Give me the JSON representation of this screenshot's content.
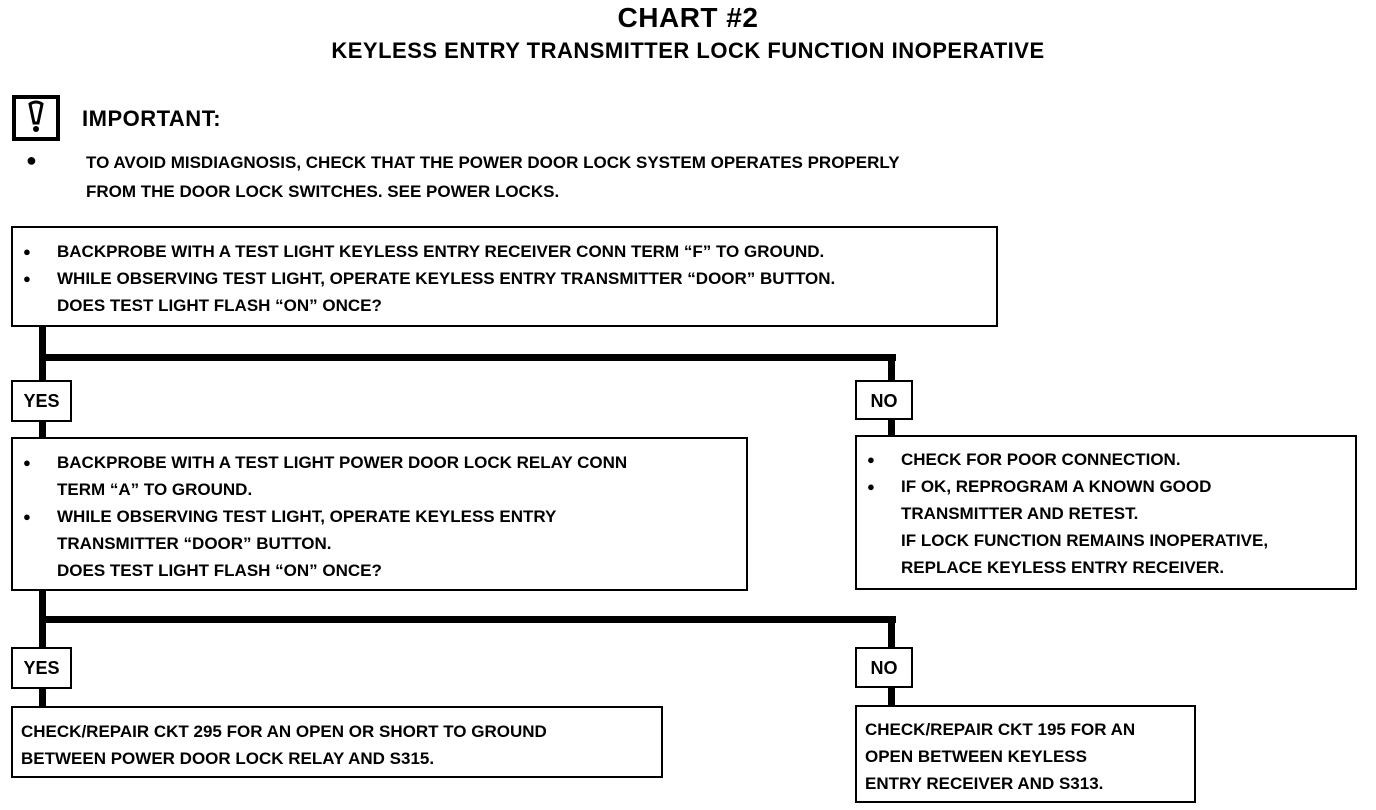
{
  "header": {
    "title": "CHART #2",
    "subtitle": "KEYLESS ENTRY TRANSMITTER LOCK FUNCTION INOPERATIVE"
  },
  "important": {
    "label": "IMPORTANT:",
    "icon": "caution-icon",
    "note_line1": "TO AVOID MISDIAGNOSIS, CHECK THAT THE POWER DOOR LOCK SYSTEM OPERATES PROPERLY",
    "note_line2": "FROM THE DOOR LOCK SWITCHES.  SEE POWER LOCKS."
  },
  "step1": {
    "bullet1": "BACKPROBE WITH A TEST LIGHT KEYLESS ENTRY RECEIVER CONN TERM “F” TO GROUND.",
    "bullet2": "WHILE OBSERVING TEST LIGHT, OPERATE KEYLESS ENTRY TRANSMITTER “DOOR” BUTTON.",
    "question": "DOES TEST LIGHT FLASH “ON” ONCE?"
  },
  "branch1": {
    "yes": "YES",
    "no": "NO"
  },
  "step2": {
    "bullet1_line1": "BACKPROBE WITH A TEST LIGHT POWER DOOR LOCK RELAY CONN",
    "bullet1_line2": "TERM “A” TO GROUND.",
    "bullet2_line1": "WHILE OBSERVING TEST LIGHT, OPERATE KEYLESS ENTRY",
    "bullet2_line2": "TRANSMITTER “DOOR” BUTTON.",
    "question": "DOES TEST LIGHT FLASH “ON” ONCE?"
  },
  "no1_result": {
    "bullet1": "CHECK FOR POOR CONNECTION.",
    "bullet2_line1": "IF OK, REPROGRAM A KNOWN GOOD",
    "bullet2_line2": "TRANSMITTER AND RETEST.",
    "bullet2_line3": "IF LOCK FUNCTION REMAINS INOPERATIVE,",
    "bullet2_line4": "REPLACE KEYLESS ENTRY RECEIVER."
  },
  "branch2": {
    "yes": "YES",
    "no": "NO"
  },
  "yes2_result": {
    "line1": "CHECK/REPAIR CKT 295 FOR AN OPEN OR SHORT TO GROUND",
    "line2": "BETWEEN POWER DOOR LOCK RELAY AND S315."
  },
  "no2_result": {
    "line1": "CHECK/REPAIR CKT 195 FOR AN",
    "line2": "OPEN BETWEEN KEYLESS",
    "line3": "ENTRY RECEIVER AND S313."
  }
}
